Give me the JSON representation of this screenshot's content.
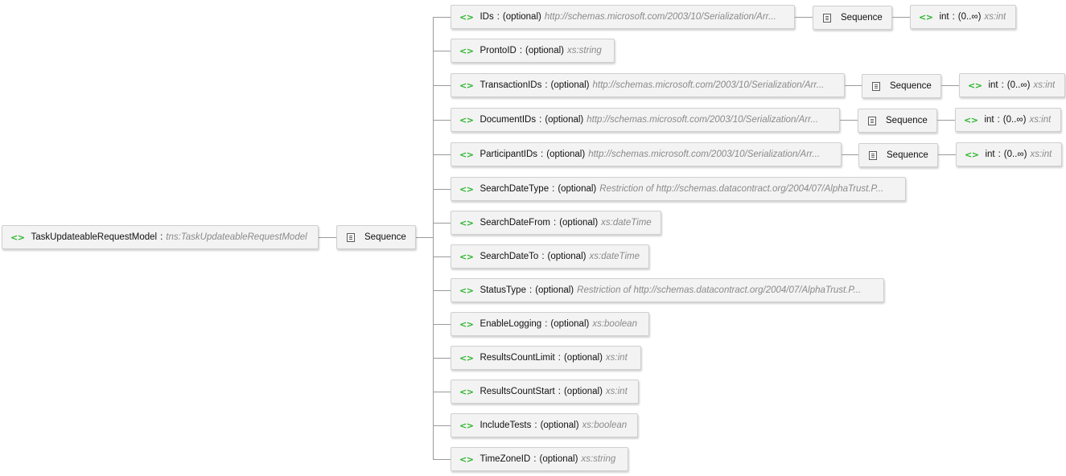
{
  "root": {
    "tag": "<>",
    "name": "TaskUpdateableRequestModel",
    "type": "tns:TaskUpdateableRequestModel"
  },
  "root_sequence": {
    "label": "Sequence"
  },
  "elements": [
    {
      "tag": "<>",
      "name": "IDs",
      "occurs": "(optional)",
      "type": "http://schemas.microsoft.com/2003/10/Serialization/Arr...",
      "child_sequence": "Sequence",
      "child": {
        "tag": "<>",
        "name": "int",
        "occurs": "(0..∞)",
        "type": "xs:int"
      }
    },
    {
      "tag": "<>",
      "name": "ProntoID",
      "occurs": "(optional)",
      "type": "xs:string"
    },
    {
      "tag": "<>",
      "name": "TransactionIDs",
      "occurs": "(optional)",
      "type": "http://schemas.microsoft.com/2003/10/Serialization/Arr...",
      "child_sequence": "Sequence",
      "child": {
        "tag": "<>",
        "name": "int",
        "occurs": "(0..∞)",
        "type": "xs:int"
      }
    },
    {
      "tag": "<>",
      "name": "DocumentIDs",
      "occurs": "(optional)",
      "type": "http://schemas.microsoft.com/2003/10/Serialization/Arr...",
      "child_sequence": "Sequence",
      "child": {
        "tag": "<>",
        "name": "int",
        "occurs": "(0..∞)",
        "type": "xs:int"
      }
    },
    {
      "tag": "<>",
      "name": "ParticipantIDs",
      "occurs": "(optional)",
      "type": "http://schemas.microsoft.com/2003/10/Serialization/Arr...",
      "child_sequence": "Sequence",
      "child": {
        "tag": "<>",
        "name": "int",
        "occurs": "(0..∞)",
        "type": "xs:int"
      }
    },
    {
      "tag": "<>",
      "name": "SearchDateType",
      "occurs": "(optional)",
      "type": "Restriction of http://schemas.datacontract.org/2004/07/AlphaTrust.P..."
    },
    {
      "tag": "<>",
      "name": "SearchDateFrom",
      "occurs": "(optional)",
      "type": "xs:dateTime"
    },
    {
      "tag": "<>",
      "name": "SearchDateTo",
      "occurs": "(optional)",
      "type": "xs:dateTime"
    },
    {
      "tag": "<>",
      "name": "StatusType",
      "occurs": "(optional)",
      "type": "Restriction of http://schemas.datacontract.org/2004/07/AlphaTrust.P..."
    },
    {
      "tag": "<>",
      "name": "EnableLogging",
      "occurs": "(optional)",
      "type": "xs:boolean"
    },
    {
      "tag": "<>",
      "name": "ResultsCountLimit",
      "occurs": "(optional)",
      "type": "xs:int"
    },
    {
      "tag": "<>",
      "name": "ResultsCountStart",
      "occurs": "(optional)",
      "type": "xs:int"
    },
    {
      "tag": "<>",
      "name": "IncludeTests",
      "occurs": "(optional)",
      "type": "xs:boolean"
    },
    {
      "tag": "<>",
      "name": "TimeZoneID",
      "occurs": "(optional)",
      "type": "xs:string"
    }
  ],
  "colors": {
    "tag": "#28b428",
    "type_text": "#8a8a8a",
    "node_bg": "#f3f3f3",
    "connector": "#9a9a9a"
  },
  "icons": {
    "element": "angle-brackets-icon",
    "sequence": "sequence-icon"
  }
}
